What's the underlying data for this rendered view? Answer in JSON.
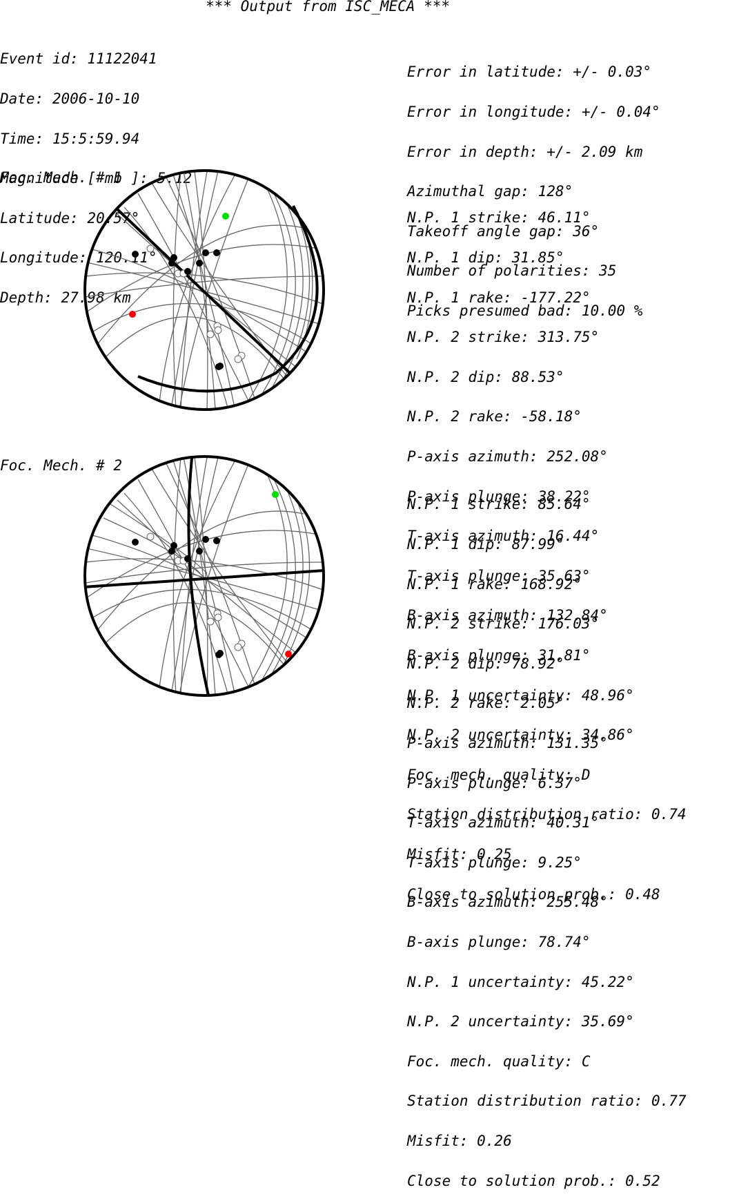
{
  "title": "*** Output from ISC_MECA ***",
  "event": [
    "Event id: 11122041",
    "Date: 2006-10-10",
    "Time: 15:5:59.94",
    "Magnitude [ mb ]: 5.12",
    "Latitude: 20.57°",
    "Longitude: 120.11°",
    "Depth: 27.98 km"
  ],
  "errors": [
    "Error in latitude: +/- 0.03°",
    "Error in longitude: +/- 0.04°",
    "Error in depth: +/- 2.09 km",
    "Azimuthal gap: 128°",
    "Takeoff angle gap: 36°",
    "Number of polarities: 35",
    "Picks presumed bad: 10.00 %"
  ],
  "mechanisms": [
    {
      "label": "Foc. Mech. # 1",
      "params": [
        "N.P. 1 strike: 46.11°",
        "N.P. 1 dip: 31.85°",
        "N.P. 1 rake: -177.22°",
        "N.P. 2 strike: 313.75°",
        "N.P. 2 dip: 88.53°",
        "N.P. 2 rake: -58.18°",
        "P-axis azimuth: 252.08°",
        "P-axis plunge: 38.22°",
        "T-axis azimuth: 16.44°",
        "T-axis plunge: 35.63°",
        "B-axis azimuth: 132.84°",
        "B-axis plunge: 31.81°",
        "N.P. 1 uncertainty: 48.96°",
        "N.P. 2 uncertainty: 34.86°",
        "Foc. mech. quality: D",
        "Station distribution ratio: 0.74",
        "Misfit: 0.25",
        "Close to solution prob.: 0.48"
      ]
    },
    {
      "label": "Foc. Mech. # 2",
      "params": [
        "N.P. 1 strike: 85.64°",
        "N.P. 1 dip: 87.99°",
        "N.P. 1 rake: 168.92°",
        "N.P. 2 strike: 176.03°",
        "N.P. 2 dip: 78.92°",
        "N.P. 2 rake: 2.05°",
        "P-axis azimuth: 131.35°",
        "P-axis plunge: 6.37°",
        "T-axis azimuth: 40.31°",
        "T-axis plunge: 9.25°",
        "B-axis azimuth: 255.48°",
        "B-axis plunge: 78.74°",
        "N.P. 1 uncertainty: 45.22°",
        "N.P. 2 uncertainty: 35.69°",
        "Foc. mech. quality: C",
        "Station distribution ratio: 0.77",
        "Misfit: 0.26",
        "Close to solution prob.: 0.52"
      ]
    }
  ],
  "colors": {
    "outline": "#000000",
    "uncertainty_curves": "#666666",
    "p_axis": "#00dd00",
    "t_axis": "#ff0000",
    "compression": "#000000",
    "dilatation": "#ffffff"
  }
}
